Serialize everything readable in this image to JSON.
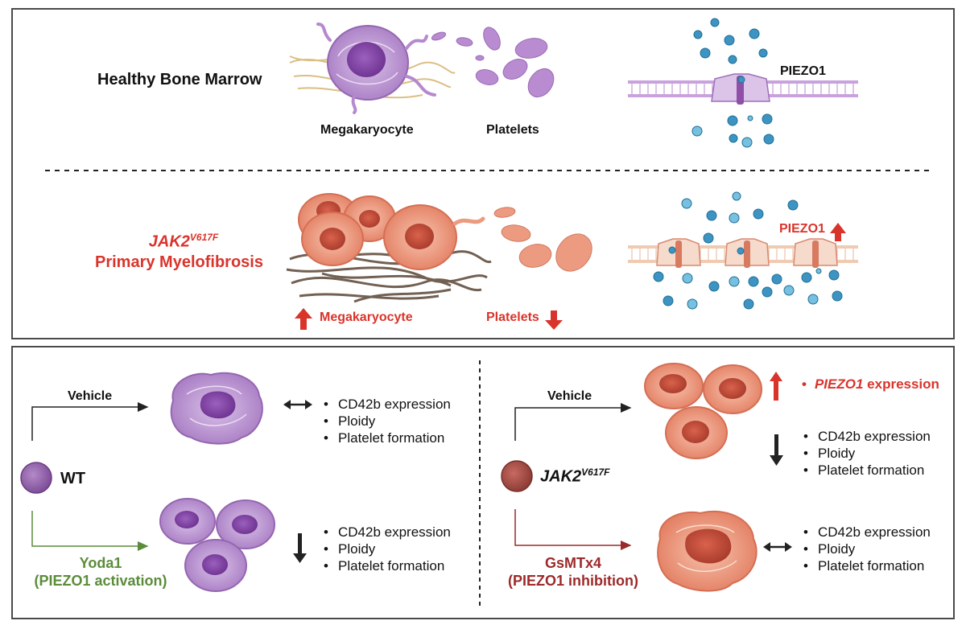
{
  "top": {
    "healthy": {
      "title": "Healthy Bone Marrow",
      "megakaryocyte_label": "Megakaryocyte",
      "platelets_label": "Platelets",
      "channel_label": "PIEZO1"
    },
    "disease": {
      "gene": "JAK2",
      "gene_superscript": "V617F",
      "title": "Primary Myelofibrosis",
      "megakaryocyte_label": "Megakaryocyte",
      "platelets_label": "Platelets",
      "channel_label": "PIEZO1"
    }
  },
  "bottom": {
    "left": {
      "cell_label": "WT",
      "vehicle_label": "Vehicle",
      "treatment_label": "Yoda1",
      "treatment_sub": "(PIEZO1 activation)",
      "vehicle_effects": [
        "CD42b expression",
        "Ploidy",
        "Platelet formation"
      ],
      "treatment_effects": [
        "CD42b expression",
        "Ploidy",
        "Platelet formation"
      ]
    },
    "right": {
      "cell_gene": "JAK2",
      "cell_gene_superscript": "V617F",
      "vehicle_label": "Vehicle",
      "piezo_expression_gene": "PIEZO1",
      "piezo_expression_text": "expression",
      "treatment_label": "GsMTx4",
      "treatment_sub": "(PIEZO1 inhibition)",
      "vehicle_effects": [
        "CD42b expression",
        "Ploidy",
        "Platelet formation"
      ],
      "treatment_effects": [
        "CD42b expression",
        "Ploidy",
        "Platelet formation"
      ]
    }
  },
  "colors": {
    "healthy_purple": "#a97dc4",
    "healthy_nucleus": "#7b3f9b",
    "disease_salmon": "#e98c72",
    "disease_nucleus": "#c4503d",
    "fibrosis": "#5a4535",
    "ion_blue": "#2c86b5",
    "accent_red": "#d9342b",
    "yoda_green": "#5b8c3a",
    "gsmtx_darkred": "#9c2a2a"
  }
}
